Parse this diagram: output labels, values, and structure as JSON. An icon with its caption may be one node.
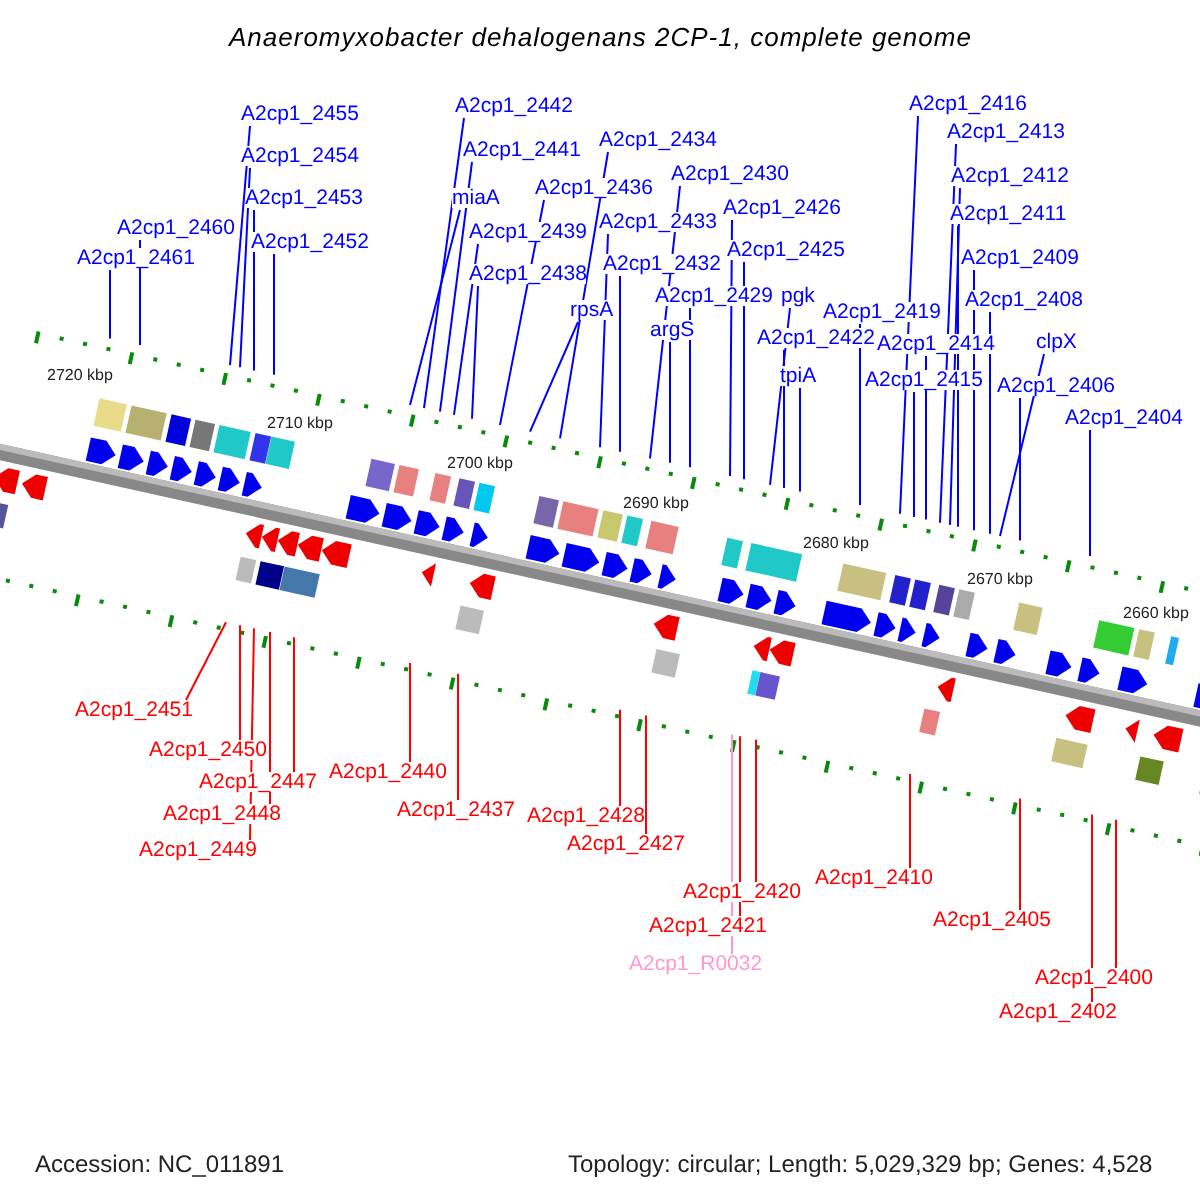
{
  "diagram": {
    "title": "Anaeromyxobacter dehalogenans 2CP-1, complete genome",
    "nodes": [
      {
        "text": [
          "A2cp1_2455"
        ]
      },
      {
        "text": [
          "A2cp1_2454"
        ]
      },
      {
        "text": [
          "A2cp1_2453"
        ]
      },
      {
        "text": [
          "A2cp1_2452"
        ]
      },
      {
        "text": [
          "A2cp1_2460"
        ]
      },
      {
        "text": [
          "A2cp1_2461"
        ]
      },
      {
        "text": [
          "A2cp1_2442"
        ]
      },
      {
        "text": [
          "A2cp1_2441"
        ]
      },
      {
        "text": [
          "miaA"
        ]
      },
      {
        "text": [
          "A2cp1_2439"
        ]
      },
      {
        "text": [
          "A2cp1_2438"
        ]
      },
      {
        "text": [
          "A2cp1_2436"
        ]
      },
      {
        "text": [
          "A2cp1_2434"
        ]
      },
      {
        "text": [
          "A2cp1_2433"
        ]
      },
      {
        "text": [
          "A2cp1_2432"
        ]
      },
      {
        "text": [
          "rpsA"
        ]
      },
      {
        "text": [
          "A2cp1_2430"
        ]
      },
      {
        "text": [
          "A2cp1_2426"
        ]
      },
      {
        "text": [
          "A2cp1_2425"
        ]
      },
      {
        "text": [
          "A2cp1_2429"
        ]
      },
      {
        "text": [
          "pgk"
        ]
      },
      {
        "text": [
          "argS"
        ]
      },
      {
        "text": [
          "A2cp1_2422"
        ]
      },
      {
        "text": [
          "tpiA"
        ]
      },
      {
        "text": [
          "A2cp1_2419"
        ]
      },
      {
        "text": [
          "A2cp1_2416"
        ]
      },
      {
        "text": [
          "A2cp1_2413"
        ]
      },
      {
        "text": [
          "A2cp1_2412"
        ]
      },
      {
        "text": [
          "A2cp1_2411"
        ]
      },
      {
        "text": [
          "A2cp1_2409"
        ]
      },
      {
        "text": [
          "A2cp1_2408"
        ]
      },
      {
        "text": [
          "A2cp1_2414"
        ]
      },
      {
        "text": [
          "clpX"
        ]
      },
      {
        "text": [
          "A2cp1_2415"
        ]
      },
      {
        "text": [
          "A2cp1_2406"
        ]
      },
      {
        "text": [
          "A2cp1_2404"
        ]
      },
      {
        "text": [
          "A2cp1_2451"
        ]
      },
      {
        "text": [
          "A2cp1_2450"
        ]
      },
      {
        "text": [
          "A2cp1_2447"
        ]
      },
      {
        "text": [
          "A2cp1_2448"
        ]
      },
      {
        "text": [
          "A2cp1_2449"
        ]
      },
      {
        "text": [
          "A2cp1_2440"
        ]
      },
      {
        "text": [
          "A2cp1_2437"
        ]
      },
      {
        "text": [
          "A2cp1_2428"
        ]
      },
      {
        "text": [
          "A2cp1_2427"
        ]
      },
      {
        "text": [
          "A2cp1_2420"
        ]
      },
      {
        "text": [
          "A2cp1_2421"
        ]
      },
      {
        "text": [
          "A2cp1_R0032"
        ]
      },
      {
        "text": [
          "A2cp1_2410"
        ]
      },
      {
        "text": [
          "A2cp1_2405"
        ]
      },
      {
        "text": [
          "A2cp1_2400"
        ]
      },
      {
        "text": [
          "A2cp1_2402"
        ]
      }
    ],
    "edges": [
      {
        "from": 0,
        "to": null,
        "arrow": "none"
      },
      {
        "from": 1,
        "to": null,
        "arrow": "none"
      },
      {
        "from": 2,
        "to": null,
        "arrow": "none"
      },
      {
        "from": 3,
        "to": null,
        "arrow": "none"
      },
      {
        "from": 4,
        "to": null,
        "arrow": "none"
      },
      {
        "from": 5,
        "to": null,
        "arrow": "none"
      },
      {
        "from": 6,
        "to": null,
        "arrow": "none"
      },
      {
        "from": 7,
        "to": null,
        "arrow": "none"
      },
      {
        "from": 8,
        "to": null,
        "arrow": "none"
      },
      {
        "from": 9,
        "to": null,
        "arrow": "none"
      },
      {
        "from": 10,
        "to": null,
        "arrow": "none"
      },
      {
        "from": 11,
        "to": null,
        "arrow": "none"
      },
      {
        "from": 12,
        "to": null,
        "arrow": "none"
      },
      {
        "from": 13,
        "to": null,
        "arrow": "none"
      },
      {
        "from": 14,
        "to": null,
        "arrow": "none"
      },
      {
        "from": 15,
        "to": null,
        "arrow": "none"
      },
      {
        "from": 16,
        "to": null,
        "arrow": "none"
      },
      {
        "from": 17,
        "to": null,
        "arrow": "none"
      },
      {
        "from": 18,
        "to": null,
        "arrow": "none"
      },
      {
        "from": 19,
        "to": null,
        "arrow": "none"
      },
      {
        "from": 20,
        "to": null,
        "arrow": "none"
      },
      {
        "from": 21,
        "to": null,
        "arrow": "none"
      },
      {
        "from": 22,
        "to": null,
        "arrow": "none"
      },
      {
        "from": 23,
        "to": null,
        "arrow": "none"
      },
      {
        "from": 24,
        "to": null,
        "arrow": "none"
      },
      {
        "from": 25,
        "to": null,
        "arrow": "none"
      },
      {
        "from": 26,
        "to": null,
        "arrow": "none"
      },
      {
        "from": 27,
        "to": null,
        "arrow": "none"
      },
      {
        "from": 28,
        "to": null,
        "arrow": "none"
      },
      {
        "from": 29,
        "to": null,
        "arrow": "none"
      },
      {
        "from": 30,
        "to": null,
        "arrow": "none"
      },
      {
        "from": 31,
        "to": null,
        "arrow": "none"
      },
      {
        "from": 32,
        "to": null,
        "arrow": "none"
      },
      {
        "from": 33,
        "to": null,
        "arrow": "none"
      },
      {
        "from": 34,
        "to": null,
        "arrow": "none"
      },
      {
        "from": 35,
        "to": null,
        "arrow": "none"
      },
      {
        "from": 36,
        "to": null,
        "arrow": "none",
        "color": "#ff0000"
      },
      {
        "from": 37,
        "to": null,
        "arrow": "none",
        "color": "#ff0000"
      },
      {
        "from": 38,
        "to": null,
        "arrow": "none",
        "color": "#ff0000"
      },
      {
        "from": 39,
        "to": null,
        "arrow": "none",
        "color": "#ff0000"
      },
      {
        "from": 40,
        "to": null,
        "arrow": "none",
        "color": "#ff0000"
      },
      {
        "from": 41,
        "to": null,
        "arrow": "none",
        "color": "#ff0000"
      },
      {
        "from": 42,
        "to": null,
        "arrow": "none",
        "color": "#ff0000"
      },
      {
        "from": 43,
        "to": null,
        "arrow": "none",
        "color": "#ff0000"
      },
      {
        "from": 44,
        "to": null,
        "arrow": "none",
        "color": "#ff0000"
      },
      {
        "from": 45,
        "to": null,
        "arrow": "none",
        "color": "#ff0000"
      },
      {
        "from": 46,
        "to": null,
        "arrow": "none",
        "color": "#ff0000"
      },
      {
        "from": 47,
        "to": null,
        "arrow": "none",
        "color": "#ff99cc"
      },
      {
        "from": 48,
        "to": null,
        "arrow": "none",
        "color": "#ff0000"
      },
      {
        "from": 49,
        "to": null,
        "arrow": "none",
        "color": "#ff0000"
      },
      {
        "from": 50,
        "to": null,
        "arrow": "none",
        "color": "#ff0000"
      },
      {
        "from": 51,
        "to": null,
        "arrow": "none",
        "color": "#ff0000"
      }
    ],
    "labels": [
      "2720 kbp",
      "2710 kbp",
      "2700 kbp",
      "2690 kbp",
      "2680 kbp",
      "2670 kbp",
      "2660 kbp",
      "Accession: NC_011891",
      "Topology: circular; Length: 5,029,329 bp; Genes: 4,528"
    ]
  }
}
